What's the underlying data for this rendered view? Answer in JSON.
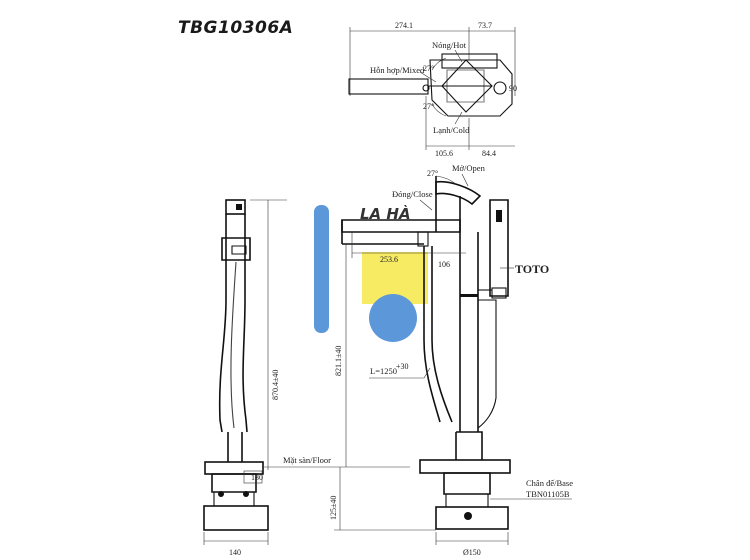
{
  "model_code": "TBG10306A",
  "watermark": {
    "text": "LA HÀ",
    "colors": {
      "blue": "#4f8fd6",
      "yellow": "#f6ea55"
    }
  },
  "brand": "TOTO",
  "top_view": {
    "dims": {
      "left_length": "274.1",
      "right_length": "73.7",
      "bottom_left": "105.6",
      "bottom_right": "84.4",
      "angle_hot": "27°",
      "angle_cold": "27°",
      "side": "90"
    },
    "labels": {
      "hot": "Nóng/Hot",
      "mixed": "Hỗn hợp/Mixed",
      "cold": "Lạnh/Cold"
    }
  },
  "front_view": {
    "labels": {
      "open": "Mở/Open",
      "close": "Đóng/Close",
      "hose": "L=1250",
      "hose_tol": "+30",
      "floor": "Mặt sàn/Floor",
      "base": "Chân đế/Base",
      "base_code": "TBN01105B"
    },
    "dims": {
      "angle_open": "27°",
      "spout_reach": "253.6",
      "spout_right": "106",
      "height": "821.1±40",
      "below_floor": "125±40",
      "base_dia": "Ø150"
    }
  },
  "side_view": {
    "dims": {
      "height": "870.4±40",
      "width_small": "130",
      "base_width": "140"
    }
  }
}
